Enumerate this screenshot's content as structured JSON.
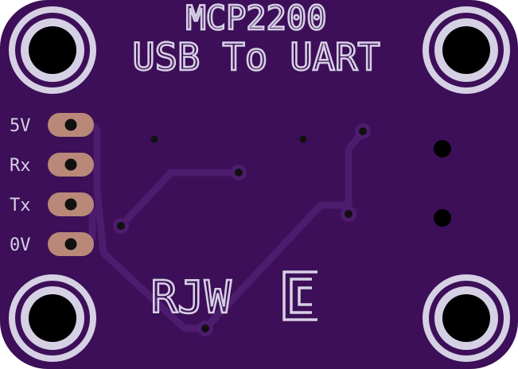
{
  "board": {
    "title_line1": "MCP2200",
    "title_line2": "USB To UART",
    "initials": "RJW",
    "pins": [
      {
        "label": "5V"
      },
      {
        "label": "Rx"
      },
      {
        "label": "Tx"
      },
      {
        "label": "0V"
      }
    ],
    "colors": {
      "substrate": "#3c0f58",
      "trace": "#4d1c6e",
      "silkscreen": "#d6d0e4",
      "pad_copper": "#b98878",
      "via": "#111111",
      "hole": "#000000"
    },
    "icons": [
      "mounting-hole-icon",
      "logo-mark-icon"
    ]
  }
}
